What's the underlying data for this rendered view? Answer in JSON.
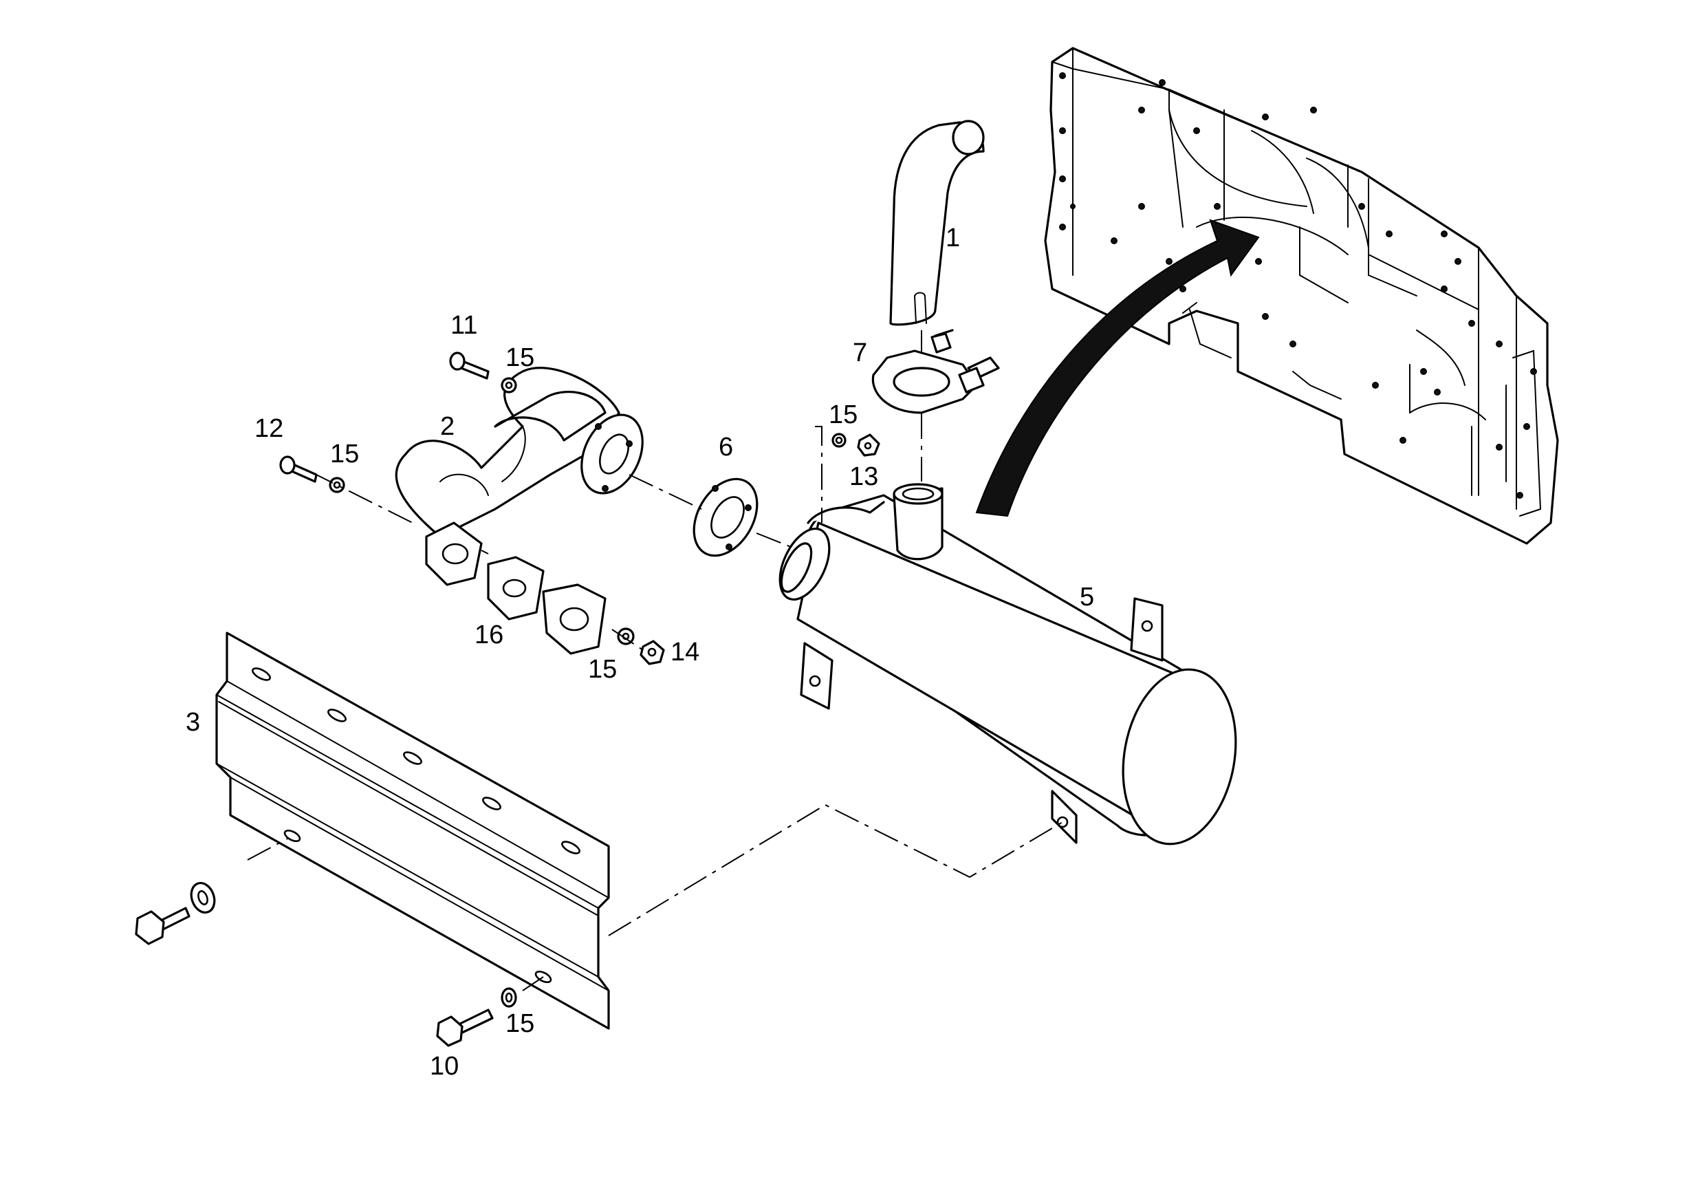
{
  "callouts": [
    {
      "id": "c1",
      "text": "1"
    },
    {
      "id": "c2",
      "text": "2"
    },
    {
      "id": "c3",
      "text": "3"
    },
    {
      "id": "c5",
      "text": "5"
    },
    {
      "id": "c6",
      "text": "6"
    },
    {
      "id": "c7",
      "text": "7"
    },
    {
      "id": "c10",
      "text": "10"
    },
    {
      "id": "c11",
      "text": "11"
    },
    {
      "id": "c12",
      "text": "12"
    },
    {
      "id": "c13",
      "text": "13"
    },
    {
      "id": "c14",
      "text": "14"
    },
    {
      "id": "c15a",
      "text": "15"
    },
    {
      "id": "c15b",
      "text": "15"
    },
    {
      "id": "c15c",
      "text": "15"
    },
    {
      "id": "c15d",
      "text": "15"
    },
    {
      "id": "c15e",
      "text": "15"
    },
    {
      "id": "c16",
      "text": "16"
    }
  ]
}
